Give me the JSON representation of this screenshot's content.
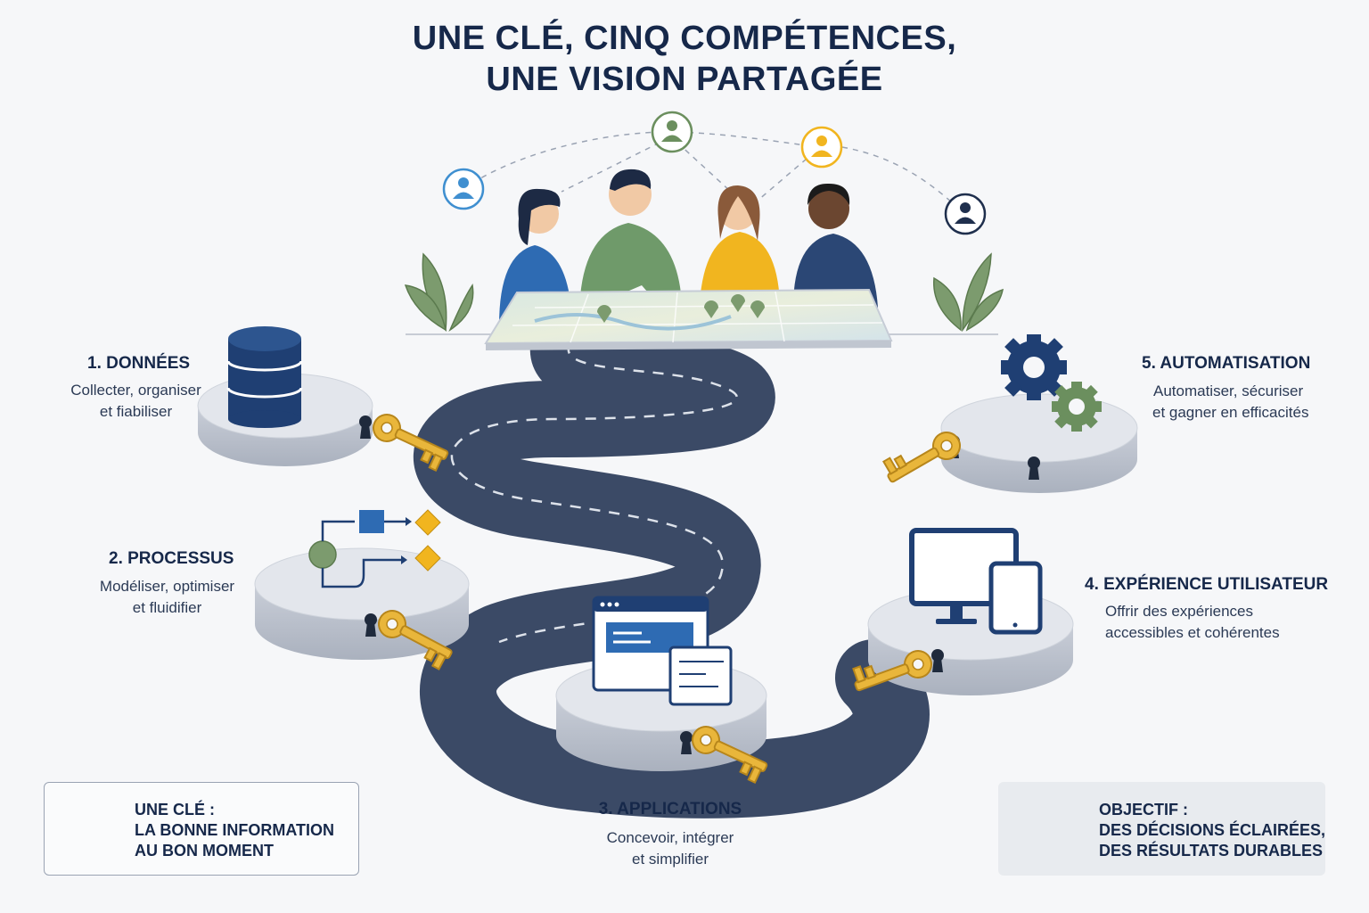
{
  "title": {
    "line1": "UNE CLÉ, CINQ COMPÉTENCES,",
    "line2": "UNE VISION PARTAGÉE"
  },
  "steps": [
    {
      "title": "1. DONNÉES",
      "desc1": "Collecter, organiser",
      "desc2": "et fiabiliser",
      "icon": "database-icon"
    },
    {
      "title": "2. PROCESSUS",
      "desc1": "Modéliser, optimiser",
      "desc2": "et fluidifier",
      "icon": "process-flow-icon"
    },
    {
      "title": "3. APPLICATIONS",
      "desc1": "Concevoir, intégrer",
      "desc2": "et simplifier",
      "icon": "app-windows-icon"
    },
    {
      "title": "4. EXPÉRIENCE UTILISATEUR",
      "desc1": "Offrir des expériences",
      "desc2": "accessibles et cohérentes",
      "icon": "devices-icon"
    },
    {
      "title": "5. AUTOMATISATION",
      "desc1": "Automatiser, sécuriser",
      "desc2": "et gagner en efficacités",
      "icon": "gears-icon"
    }
  ],
  "key_callout": {
    "line1": "UNE CLÉ :",
    "line2": "LA BONNE INFORMATION",
    "line3": "AU BON MOMENT"
  },
  "objective_callout": {
    "line1": "OBJECTIF :",
    "line2": "DES DÉCISIONS ÉCLAIRÉES,",
    "line3": "DES RÉSULTATS DURABLES"
  },
  "colors": {
    "navy": "#16284a",
    "road": "#3b4a66",
    "key_gold": "#e9b63b",
    "blue": "#2e6bb3",
    "green": "#6b8f5e",
    "yellow": "#f1b51f",
    "platform": "#e3e6ec"
  }
}
